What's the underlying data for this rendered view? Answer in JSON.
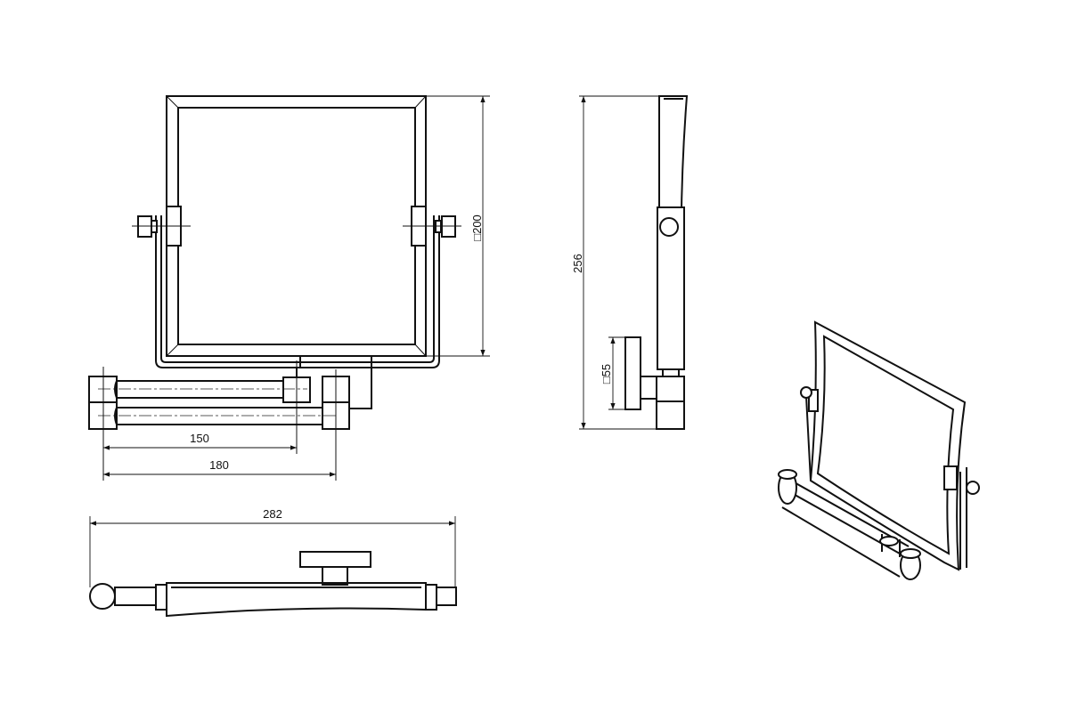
{
  "title": "Magnifying mirror dimension drawing",
  "dimensions": {
    "mirror_size": "□200",
    "total_height": "256",
    "wall_plate": "□55",
    "arm_short": "150",
    "arm_long": "180",
    "total_width": "282"
  },
  "colors": {
    "line": "#111111",
    "background": "#ffffff"
  }
}
